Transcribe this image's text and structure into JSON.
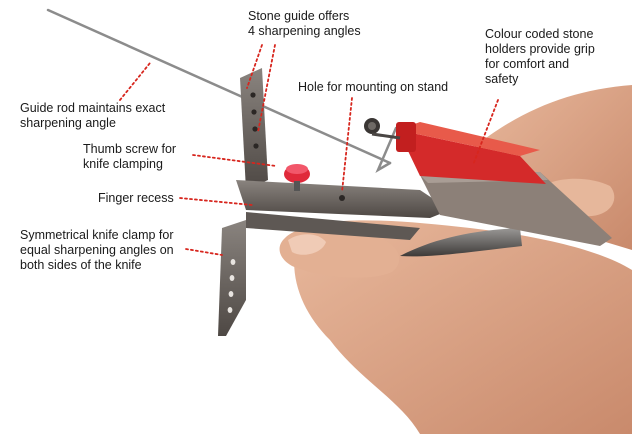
{
  "callouts": {
    "guide_rod": {
      "lines": [
        "Guide rod maintains exact",
        "sharpening angle"
      ]
    },
    "stone_guide": {
      "lines": [
        "Stone guide offers",
        "4 sharpening angles"
      ]
    },
    "hole_mounting": {
      "lines": [
        "Hole for mounting on stand"
      ]
    },
    "colour_coded": {
      "lines": [
        "Colour coded stone",
        "holders provide grip",
        "for comfort and",
        "safety"
      ]
    },
    "thumb_screw": {
      "lines": [
        "Thumb screw for",
        "knife clamping"
      ]
    },
    "finger_recess": {
      "lines": [
        "Finger recess"
      ]
    },
    "symmetrical_clamp": {
      "lines": [
        "Symmetrical knife clamp for",
        "equal sharpening angles on",
        "both sides of the knife"
      ]
    }
  },
  "colors": {
    "leader": "#d7261e",
    "text": "#1a1a1a",
    "stone_holder": "#d42a2a",
    "stone": "#8c8078",
    "metal": "#6b6460",
    "skin": "#e0aa8c"
  }
}
